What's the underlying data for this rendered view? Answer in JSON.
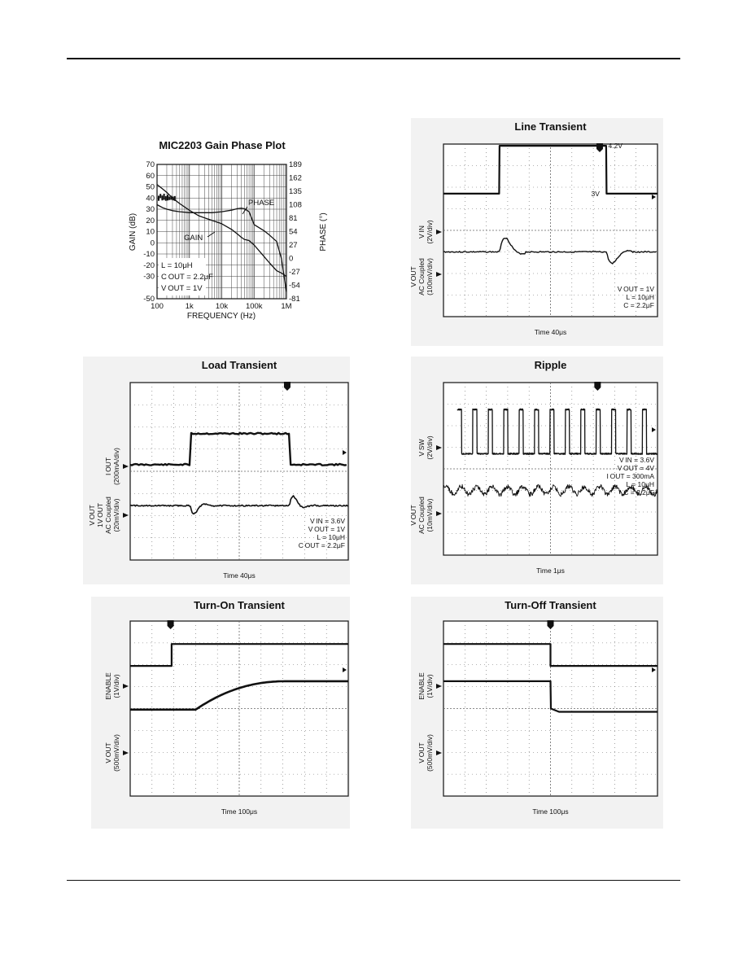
{
  "gain_phase": {
    "title": "MIC2203 Gain Phase Plot",
    "xlabel": "FREQUENCY (Hz)",
    "ylabel_left": "GAIN (dB)",
    "ylabel_right": "PHASE (°)",
    "x_ticks": [
      "100",
      "1k",
      "10k",
      "100k",
      "1M"
    ],
    "y_left_ticks": [
      "70",
      "60",
      "50",
      "40",
      "30",
      "20",
      "10",
      "0",
      "-10",
      "-20",
      "-30",
      "-50"
    ],
    "y_right_ticks": [
      "189",
      "162",
      "135",
      "108",
      "81",
      "54",
      "27",
      "0",
      "-27",
      "-54",
      "-81"
    ],
    "annotations": {
      "gain": "GAIN",
      "phase": "PHASE"
    },
    "conditions": [
      "L = 10μH",
      "C OUT = 2.2μF",
      "V OUT = 1V"
    ]
  },
  "line_transient": {
    "title": "Line Transient",
    "time": "Time 40μs",
    "ch1_label": "V IN\n(2V/div)",
    "ch2_label": "V OUT\nAC Coupled\n(100mV/div)",
    "levels": {
      "high": "4.2V",
      "low": "3V"
    },
    "conditions": [
      "V OUT = 1V",
      "L = 10μH",
      "C = 2.2μF"
    ]
  },
  "load_transient": {
    "title": "Load Transient",
    "time": "Time 40μs",
    "ch1_label": "I OUT\n(200mA/div)",
    "ch2_label": "V OUT\n1V OUT\nAC Coupled\n(20mV/div)",
    "conditions": [
      "V IN = 3.6V",
      "V OUT = 1V",
      "L = 10μH",
      "C OUT = 2.2μF"
    ]
  },
  "ripple": {
    "title": "Ripple",
    "time": "Time 1μs",
    "ch1_label": "V SW\n(2V/div)",
    "ch2_label": "V OUT\nAC Coupled\n(10mV/div)",
    "conditions": [
      "V IN = 3.6V",
      "V OUT = 4V",
      "I OUT = 300mA",
      "L = 10μH",
      "C = 2.2μF"
    ]
  },
  "turn_on": {
    "title": "Turn-On Transient",
    "time": "Time 100μs",
    "ch1_label": "ENABLE\n(1V/div)",
    "ch2_label": "V OUT\n(500mV/div)"
  },
  "turn_off": {
    "title": "Turn-Off Transient",
    "time": "Time 100μs",
    "ch1_label": "ENABLE\n(1V/div)",
    "ch2_label": "V OUT\n(500mV/div)"
  },
  "chart_data": [
    {
      "type": "line",
      "title": "MIC2203 Gain Phase Plot",
      "xlabel": "FREQUENCY (Hz)",
      "ylabel": "GAIN (dB)",
      "y2label": "PHASE (°)",
      "xscale": "log",
      "xlim": [
        100,
        1000000
      ],
      "ylim": [
        -50,
        70
      ],
      "y2lim": [
        -81,
        189
      ],
      "series": [
        {
          "name": "GAIN",
          "axis": "left",
          "x": [
            100,
            150,
            200,
            300,
            500,
            1000,
            2000,
            5000,
            10000,
            20000,
            30000,
            40000,
            50000,
            70000,
            100000,
            200000,
            300000,
            500000,
            700000,
            1000000
          ],
          "y": [
            52,
            48,
            45,
            40,
            35,
            29,
            24,
            20,
            17,
            12,
            8,
            5,
            3,
            2,
            -2,
            -12,
            -18,
            -25,
            -27,
            -30
          ]
        },
        {
          "name": "PHASE",
          "axis": "right",
          "x": [
            100,
            150,
            200,
            300,
            500,
            1000,
            2000,
            5000,
            10000,
            20000,
            30000,
            40000,
            50000,
            70000,
            100000,
            200000,
            300000,
            500000,
            700000,
            1000000
          ],
          "y": [
            108,
            102,
            99,
            96,
            94,
            92,
            92,
            92,
            94,
            97,
            100,
            101,
            100,
            94,
            68,
            56,
            47,
            34,
            0,
            -67
          ]
        }
      ]
    },
    {
      "type": "line",
      "title": "Line Transient",
      "xlabel": "Time 40μs",
      "x": [
        0,
        2.6,
        2.62,
        7.6,
        7.62,
        10
      ],
      "series": [
        {
          "name": "V IN",
          "values": [
            3,
            3,
            4.2,
            4.2,
            3,
            3
          ]
        }
      ],
      "grid": true
    },
    {
      "type": "line",
      "title": "Load Transient",
      "xlabel": "Time 40μs",
      "grid": true
    },
    {
      "type": "line",
      "title": "Ripple",
      "xlabel": "Time 1μs",
      "grid": true
    },
    {
      "type": "line",
      "title": "Turn-On Transient",
      "xlabel": "Time 100μs",
      "grid": true
    },
    {
      "type": "line",
      "title": "Turn-Off Transient",
      "xlabel": "Time 100μs",
      "grid": true
    }
  ]
}
